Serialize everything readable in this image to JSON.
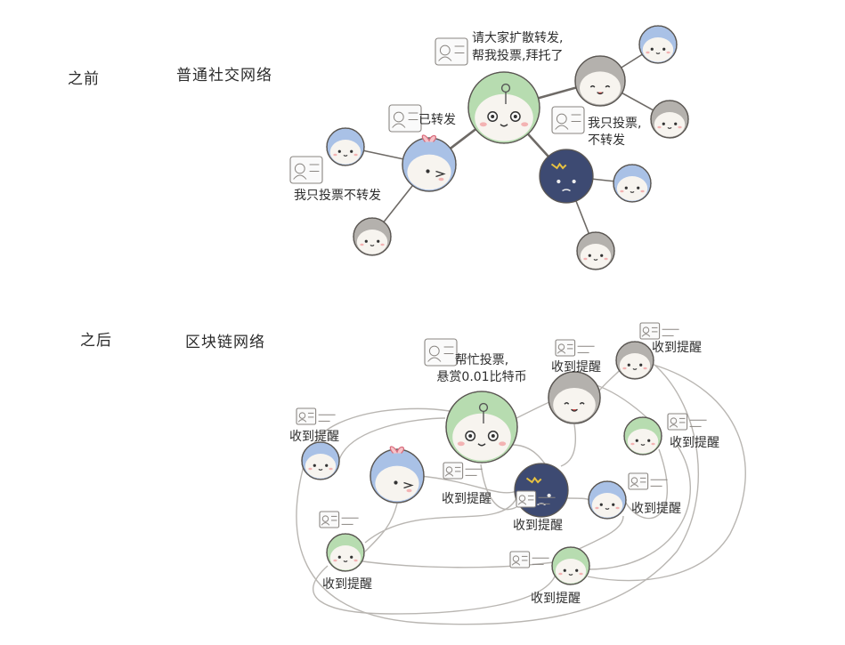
{
  "sections": {
    "before": {
      "label": "之前",
      "title": "普通社交网络"
    },
    "after": {
      "label": "之后",
      "title": "区块链网络"
    }
  },
  "before_notes": {
    "request": [
      "请大家扩散转发,",
      "帮我投票,拜托了"
    ],
    "forwarded": "已转发",
    "vote_only_right": [
      "我只投票,",
      "不转发"
    ],
    "vote_only_left": "我只投票不转发"
  },
  "after_notes": {
    "request": [
      "帮忙投票,",
      "悬赏0.01比特币"
    ],
    "received": "收到提醒"
  },
  "node_colors": {
    "blue": "#a9c1e6",
    "green": "#b7dcb0",
    "gray": "#b4b1ad",
    "navy": "#3d4a72",
    "face": "#f7f4ef",
    "line_dark": "#6e6a66",
    "line_light": "#b9b6b2"
  }
}
